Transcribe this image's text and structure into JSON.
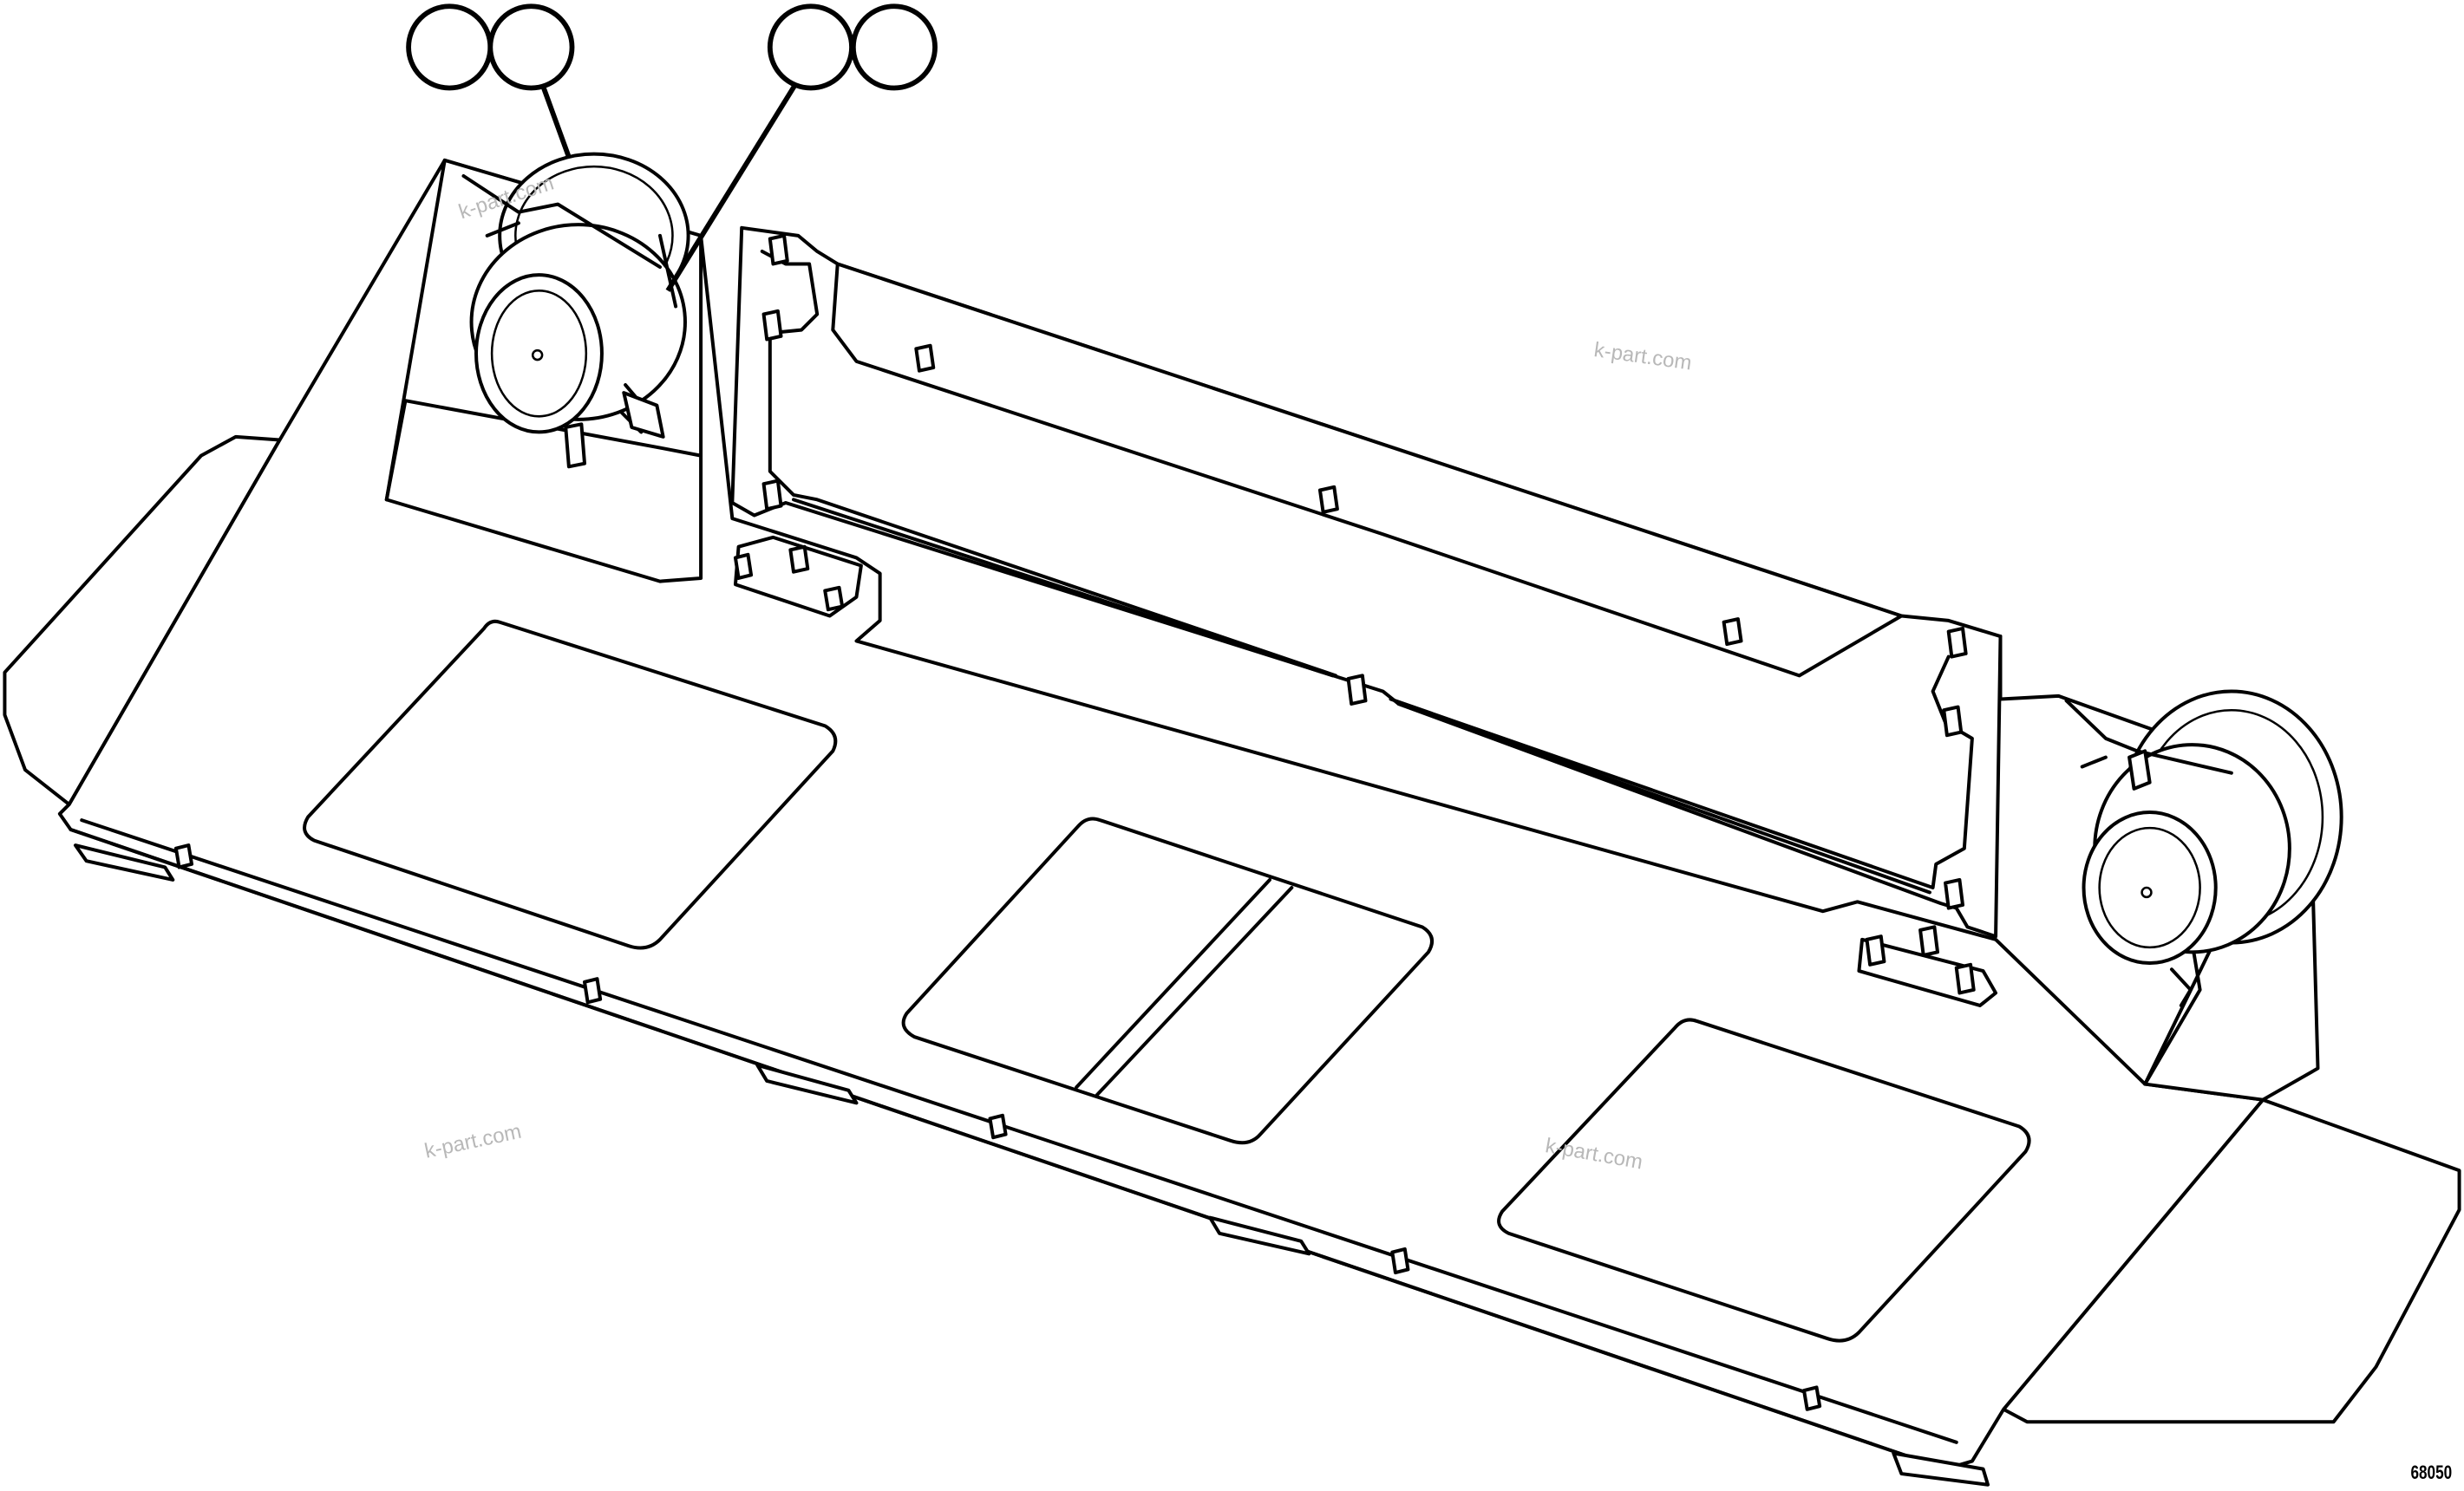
{
  "figure": {
    "number": "68050"
  },
  "watermarks": [
    "k-part.com",
    "k-part.com",
    "k-part.com",
    "k-part.com"
  ],
  "callouts": [
    {
      "name": "callout-speaker-a",
      "label": ""
    },
    {
      "name": "callout-speaker-b",
      "label": ""
    },
    {
      "name": "callout-screw-a",
      "label": ""
    },
    {
      "name": "callout-screw-b",
      "label": ""
    }
  ],
  "colors": {
    "line": "#000000",
    "background": "#ffffff",
    "watermark": "#b8b8b8"
  }
}
